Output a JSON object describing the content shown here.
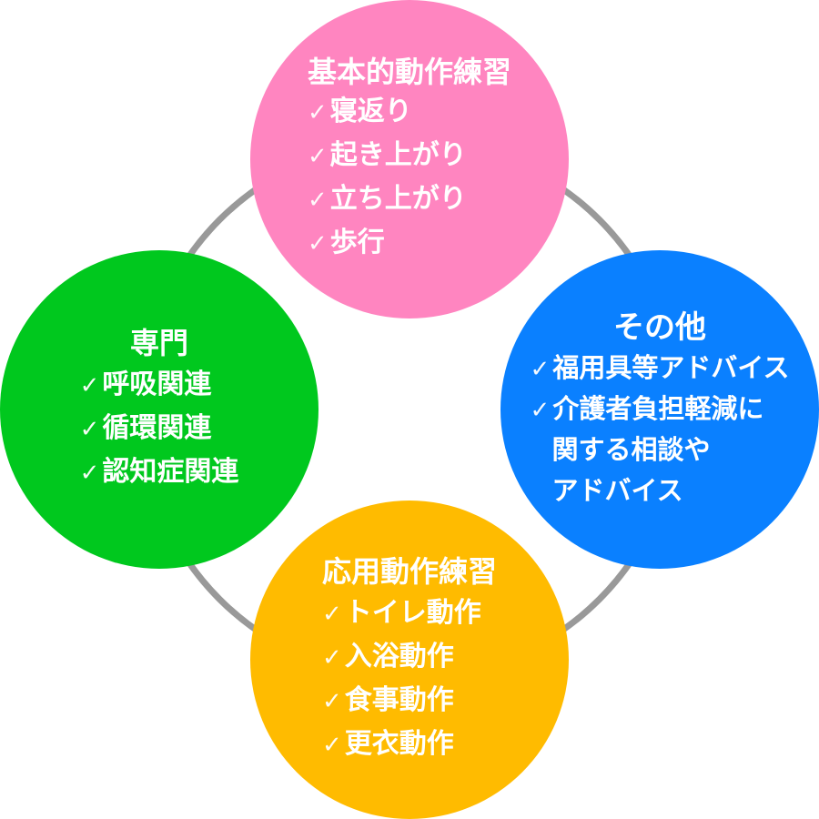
{
  "colors": {
    "ring": "#999999",
    "top": "#ff85c0",
    "left": "#00c81e",
    "right": "#0a80ff",
    "bottom": "#ffbb00",
    "text": "#ffffff"
  },
  "check_mark": "✓",
  "nodes": {
    "top": {
      "title": "基本的動作練習",
      "items": [
        "寝返り",
        "起き上がり",
        "立ち上がり",
        "歩行"
      ]
    },
    "left": {
      "title": "専門",
      "items": [
        "呼吸関連",
        "循環関連",
        "認知症関連"
      ]
    },
    "right": {
      "title": "その他",
      "items": [
        "福用具等アドバイス",
        "介護者負担軽減に"
      ],
      "continuation": [
        "関する相談や",
        "アドバイス"
      ]
    },
    "bottom": {
      "title": "応用動作練習",
      "items": [
        "トイレ動作",
        "入浴動作",
        "食事動作",
        "更衣動作"
      ]
    }
  }
}
